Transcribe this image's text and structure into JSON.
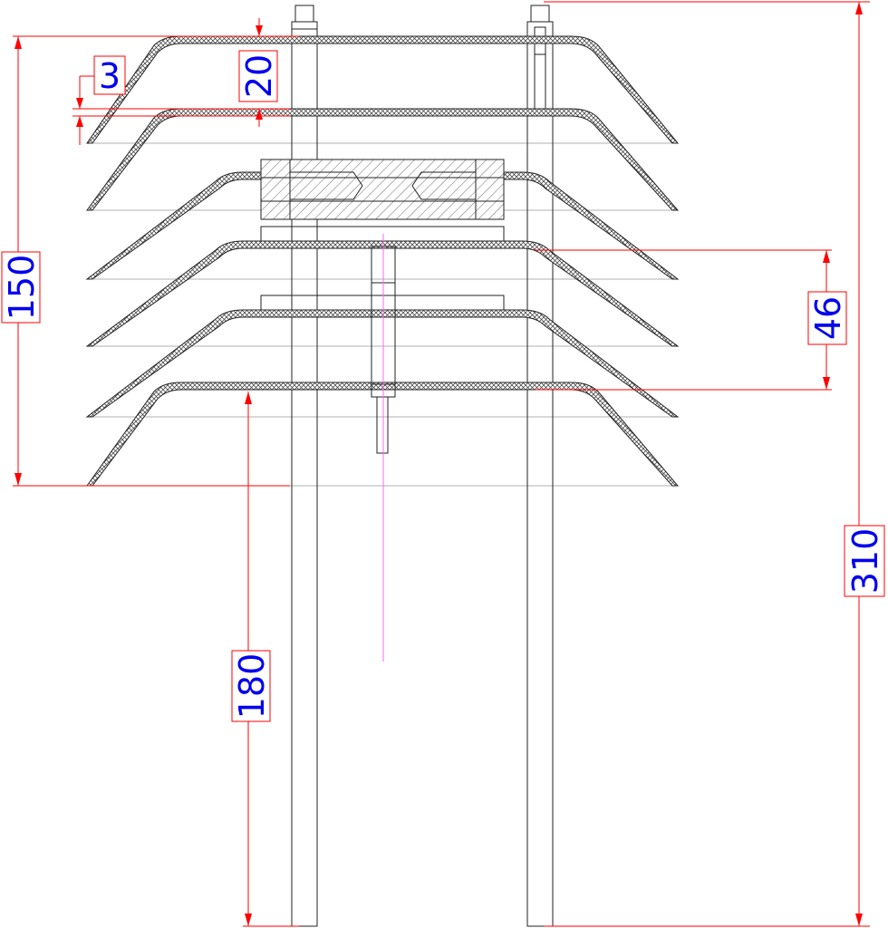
{
  "dimensions": {
    "total_height": "310",
    "shield_height": "150",
    "pole_height": "180",
    "plate_spacing": "46",
    "cap_gap": "20",
    "plate_thickness": "3"
  },
  "colors": {
    "dimension_line": "#ff0000",
    "dimension_text": "#0000ee",
    "center_axis": "#ff66ff",
    "outline": "#222222"
  }
}
